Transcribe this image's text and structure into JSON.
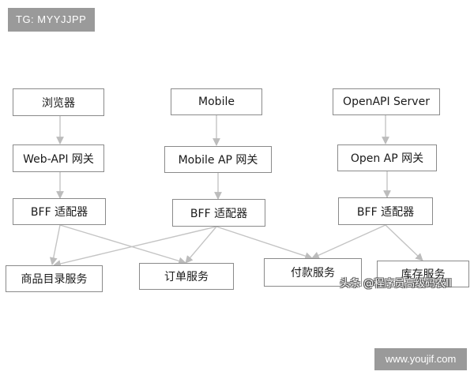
{
  "watermark_top": "TG: MYYJJPP",
  "watermark_bottom": "www.youjif.com",
  "watermark_middle": "头条 @程序员高级码农II",
  "nodes": {
    "browser": "浏览器",
    "web_gateway": "Web-API 网关",
    "bff_web": "BFF 适配器",
    "mobile": "Mobile",
    "mobile_gateway": "Mobile AP 网关",
    "bff_mobile": "BFF 适配器",
    "openapi_server": "OpenAPI Server",
    "open_gateway": "Open AP 网关",
    "bff_open": "BFF 适配器",
    "catalog_service": "商品目录服务",
    "order_service": "订单服务",
    "payment_service": "付款服务",
    "inventory_service": "库存服务"
  }
}
